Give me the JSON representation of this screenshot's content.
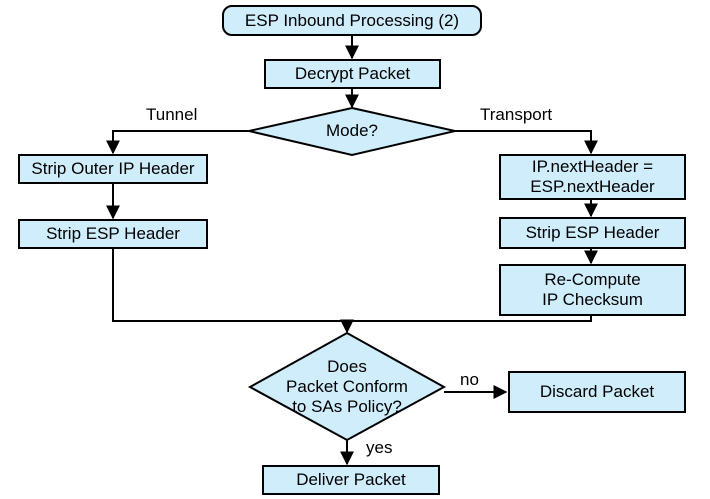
{
  "diagram": {
    "title": "ESP Inbound Processing (2)",
    "type": "flowchart",
    "colors": {
      "node_fill": "#cfedfb",
      "node_stroke": "#000000",
      "text": "#000000",
      "background": "#ffffff"
    },
    "nodes": {
      "start": "ESP Inbound Processing (2)",
      "decrypt": "Decrypt Packet",
      "mode_decision": "Mode?",
      "strip_outer_ip": "Strip Outer IP Header",
      "strip_esp_left": "Strip ESP Header",
      "next_header": "IP.nextHeader =\nESP.nextHeader",
      "strip_esp_right": "Strip ESP Header",
      "recompute_checksum": "Re-Compute\nIP Checksum",
      "conform_decision": "Does\nPacket Conform\nto SAs Policy?",
      "discard": "Discard Packet",
      "deliver": "Deliver Packet"
    },
    "edge_labels": {
      "tunnel": "Tunnel",
      "transport": "Transport",
      "no": "no",
      "yes": "yes"
    }
  }
}
